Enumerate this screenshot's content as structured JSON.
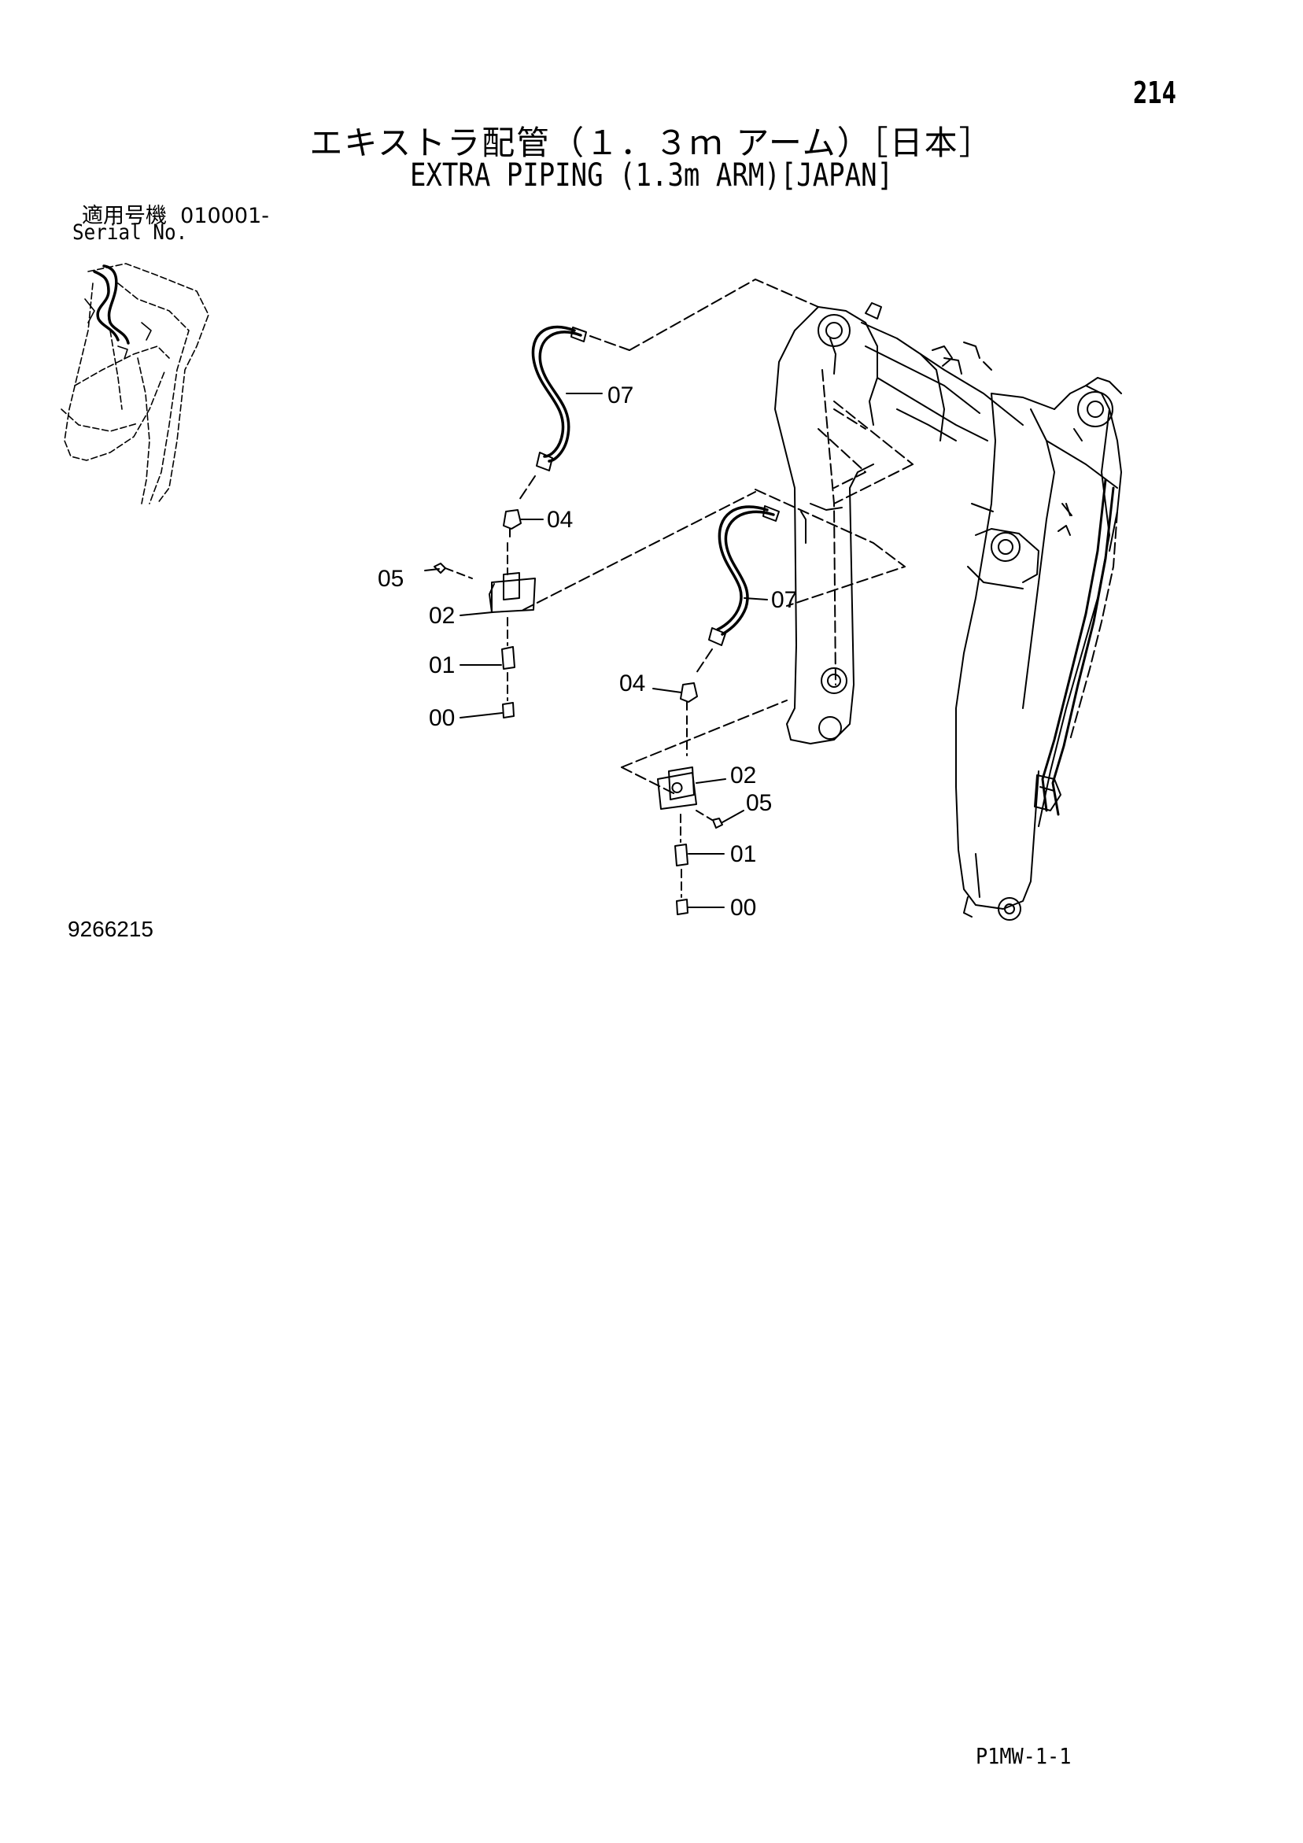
{
  "header": {
    "page_number": "214",
    "title_ja": "エキストラ配管（１．３ｍ アーム）［日本］",
    "title_en": "EXTRA PIPING (1.3m ARM)[JAPAN]"
  },
  "serial": {
    "label_ja": "適用号機",
    "label_en": "Serial No.",
    "value": "010001-"
  },
  "callouts": {
    "c07a": "07",
    "c04a": "04",
    "c05a": "05",
    "c02a": "02",
    "c01a": "01",
    "c00a": "00",
    "c07b": "07",
    "c04b": "04",
    "c02b": "02",
    "c05b": "05",
    "c01b": "01",
    "c00b": "00"
  },
  "figure_number": "9266215",
  "footer": {
    "code": "P1MW-1-1"
  }
}
